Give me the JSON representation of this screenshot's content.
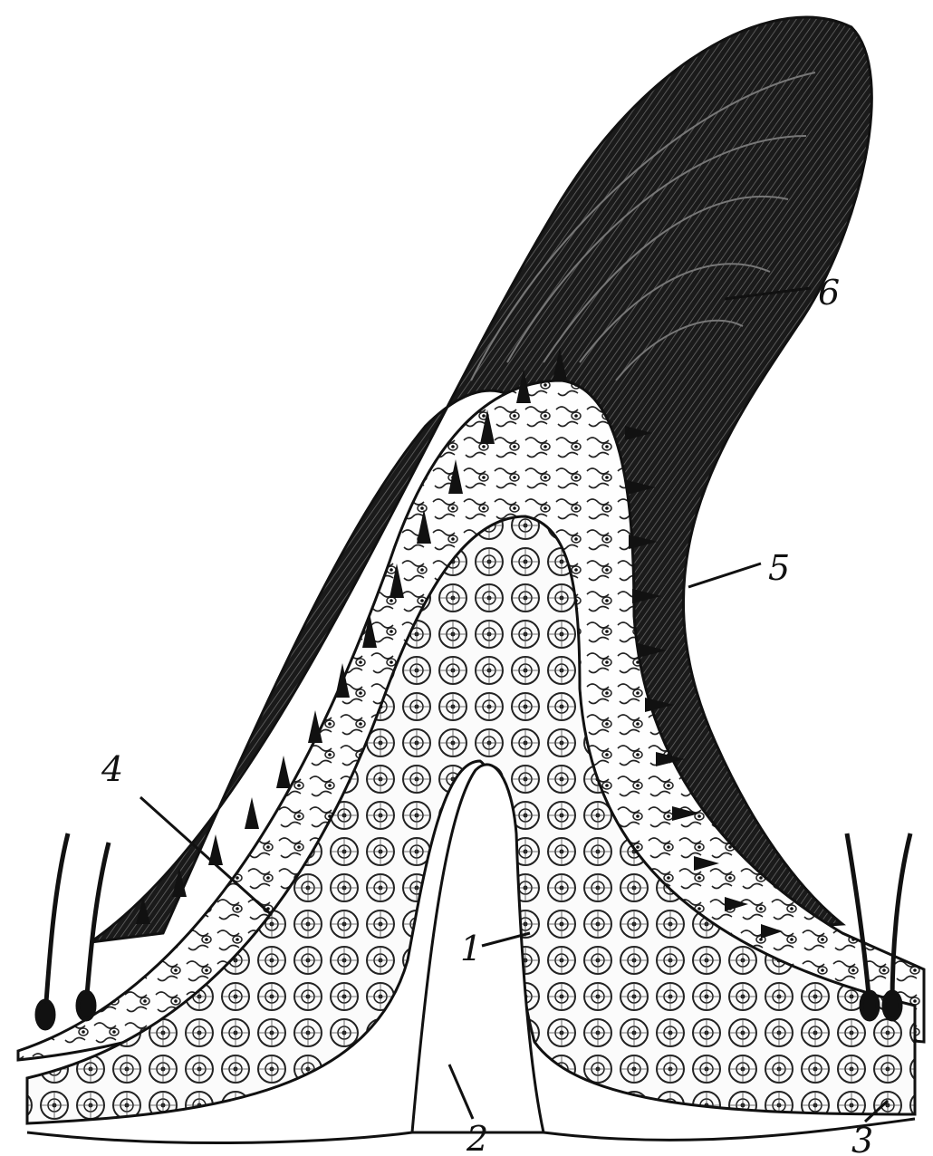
{
  "labels": {
    "l1": "1",
    "l2": "2",
    "l3": "3",
    "l4": "4",
    "l5": "5",
    "l6": "6"
  },
  "colors": {
    "ink": "#111111",
    "paper": "#ffffff",
    "shade": "#3a3a3a"
  }
}
